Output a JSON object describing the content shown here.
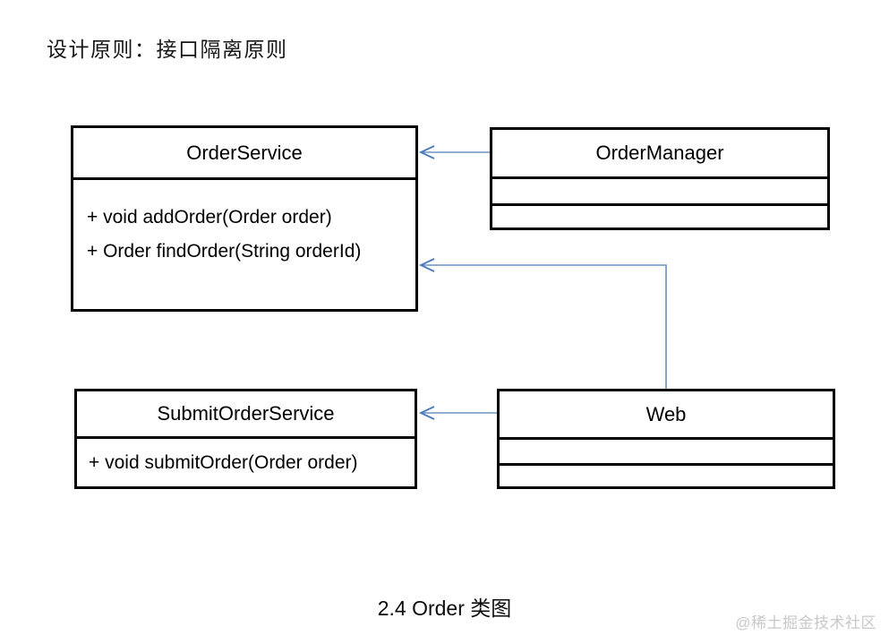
{
  "page": {
    "heading": "设计原则：接口隔离原则",
    "caption": "2.4 Order 类图",
    "watermark": "@稀土掘金技术社区"
  },
  "diagram": {
    "classes": [
      {
        "name": "OrderService",
        "attributes": [],
        "methods": [
          "+ void addOrder(Order order)",
          "+ Order findOrder(String orderId)"
        ]
      },
      {
        "name": "OrderManager",
        "attributes": [],
        "methods": []
      },
      {
        "name": "SubmitOrderService",
        "attributes": [],
        "methods": [
          "+ void submitOrder(Order order)"
        ]
      },
      {
        "name": "Web",
        "attributes": [],
        "methods": []
      }
    ],
    "relations": [
      {
        "from": "OrderManager",
        "to": "OrderService",
        "type": "dependency-arrow"
      },
      {
        "from": "Web",
        "to": "OrderService",
        "type": "dependency-arrow"
      },
      {
        "from": "Web",
        "to": "SubmitOrderService",
        "type": "dependency-arrow"
      }
    ]
  },
  "colors": {
    "arrow_line": "#6b93bd",
    "arrow_head": "#4a7ab8",
    "box_border": "#000000",
    "text": "#000000",
    "watermark": "#c8c8c8"
  }
}
